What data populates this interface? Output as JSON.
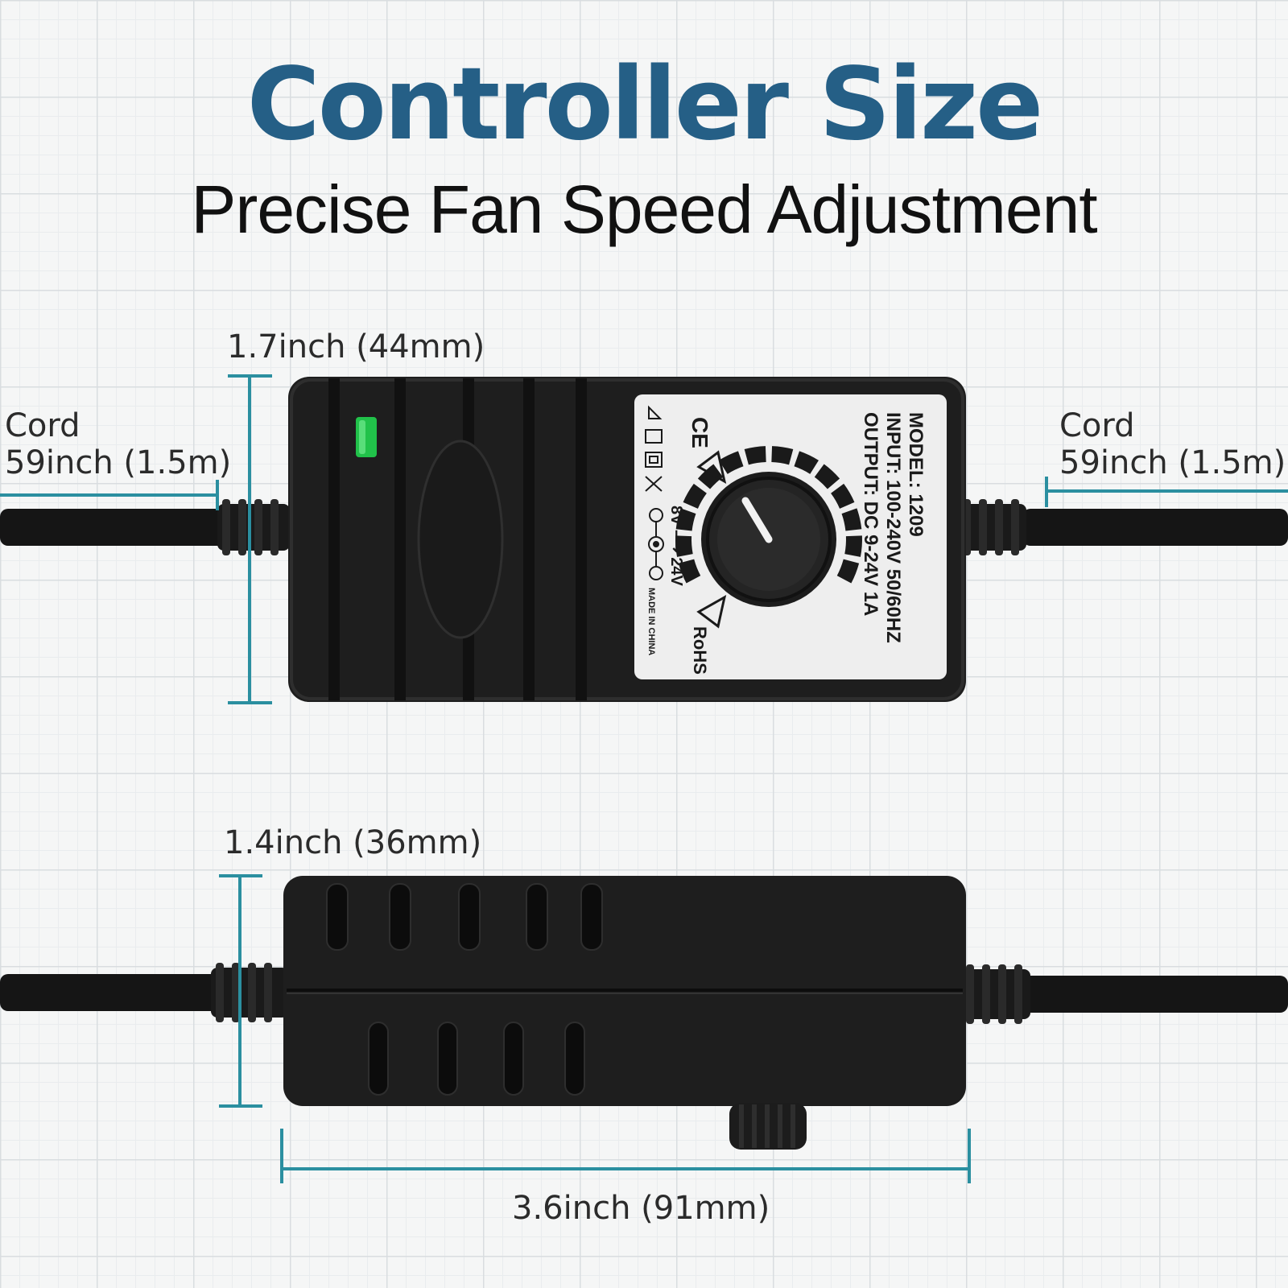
{
  "header": {
    "title": "Controller Size",
    "subtitle": "Precise Fan Speed Adjustment"
  },
  "dimensions": {
    "height_top": "1.7inch (44mm)",
    "height_bottom": "1.4inch (36mm)",
    "length": "3.6inch (91mm)",
    "cord_left": {
      "line1": "Cord",
      "line2": "59inch (1.5m)"
    },
    "cord_right": {
      "line1": "Cord",
      "line2": "59inch (1.5m)"
    }
  },
  "label_sticker": {
    "model": "MODEL: 1209",
    "input": "INPUT: 100-240V 50/60HZ",
    "output": "OUTPUT: DC 9-24V 1A",
    "range": "8V ⟶ 24V",
    "rohs": "RoHS",
    "made_in": "MADE IN CHINA",
    "ce": "CE"
  },
  "colors": {
    "title": "#255f86",
    "dimension_lines": "#2b8fa0",
    "device_body": "#1c1c1c",
    "led": "#21c24a",
    "sticker": "#eeeeee"
  }
}
